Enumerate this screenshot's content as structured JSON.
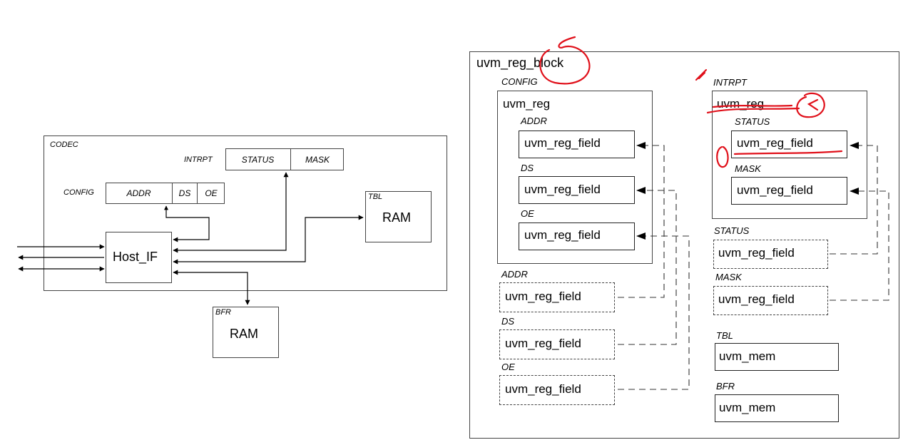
{
  "left_diagram": {
    "codec_label": "CODEC",
    "intrpt_label": "INTRPT",
    "intrpt_fields": [
      "STATUS",
      "MASK"
    ],
    "config_label": "CONFIG",
    "config_fields": [
      "ADDR",
      "DS",
      "OE"
    ],
    "host_if": "Host_IF",
    "tbl_label": "TBL",
    "tbl_ram": "RAM",
    "bfr_label": "BFR",
    "bfr_ram": "RAM"
  },
  "right_diagram": {
    "block_title": "uvm_reg_block",
    "config": {
      "label": "CONFIG",
      "reg_title": "uvm_reg",
      "fields": [
        {
          "name": "ADDR",
          "type": "uvm_reg_field"
        },
        {
          "name": "DS",
          "type": "uvm_reg_field"
        },
        {
          "name": "OE",
          "type": "uvm_reg_field"
        }
      ]
    },
    "intrpt": {
      "label": "INTRPT",
      "reg_title": "uvm_reg",
      "fields": [
        {
          "name": "STATUS",
          "type": "uvm_reg_field"
        },
        {
          "name": "MASK",
          "type": "uvm_reg_field"
        }
      ]
    },
    "dashed_fields_left": [
      {
        "name": "ADDR",
        "type": "uvm_reg_field"
      },
      {
        "name": "DS",
        "type": "uvm_reg_field"
      },
      {
        "name": "OE",
        "type": "uvm_reg_field"
      }
    ],
    "dashed_fields_right": [
      {
        "name": "STATUS",
        "type": "uvm_reg_field"
      },
      {
        "name": "MASK",
        "type": "uvm_reg_field"
      }
    ],
    "memories": [
      {
        "name": "TBL",
        "type": "uvm_mem"
      },
      {
        "name": "BFR",
        "type": "uvm_mem"
      }
    ]
  },
  "annotation_color": "#e0101a"
}
